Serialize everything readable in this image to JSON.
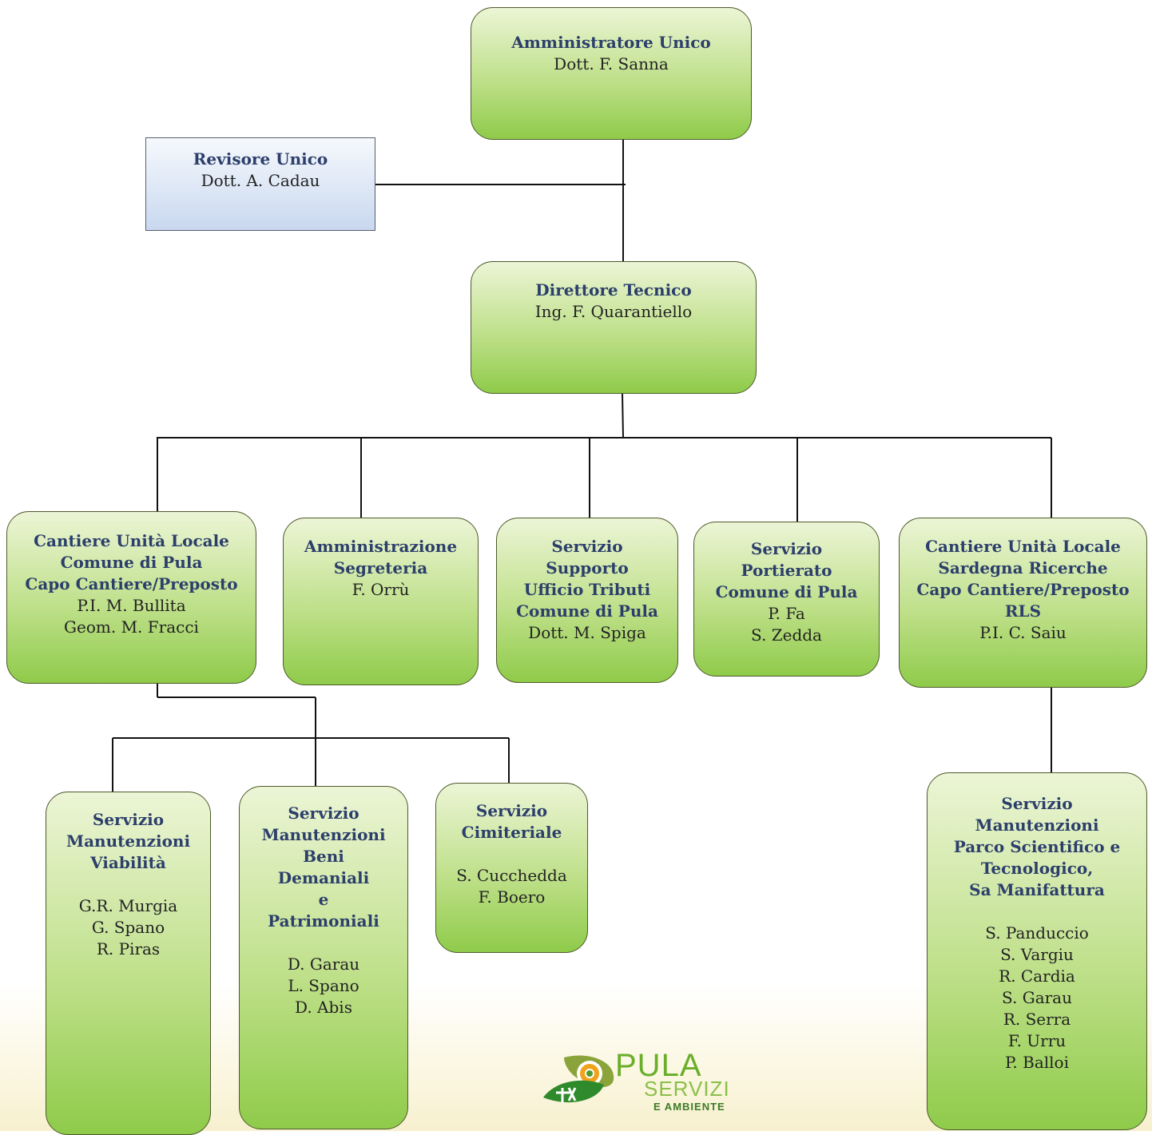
{
  "nodes": {
    "amministratore": {
      "title": [
        "Amministratore Unico"
      ],
      "people": [
        "Dott. F. Sanna"
      ]
    },
    "revisore": {
      "title": [
        "Revisore Unico"
      ],
      "people": [
        "Dott. A. Cadau"
      ]
    },
    "direttore": {
      "title": [
        "Direttore Tecnico"
      ],
      "people": [
        "Ing. F. Quarantiello"
      ]
    },
    "cantiere_pula": {
      "title": [
        "Cantiere Unità Locale",
        "Comune di Pula",
        "Capo Cantiere/Preposto"
      ],
      "people": [
        "P.I.  M. Bullita",
        "Geom. M. Fracci"
      ]
    },
    "amministrazione": {
      "title": [
        "Amministrazione",
        "Segreteria"
      ],
      "people": [
        "F. Orrù"
      ]
    },
    "tributi": {
      "title": [
        "Servizio",
        "Supporto",
        "Ufficio Tributi",
        "Comune di Pula"
      ],
      "people": [
        "Dott. M. Spiga"
      ]
    },
    "portierato": {
      "title": [
        "Servizio",
        "Portierato",
        "Comune di Pula"
      ],
      "people": [
        "P. Fa",
        "S. Zedda"
      ]
    },
    "cantiere_sr": {
      "title": [
        "Cantiere Unità Locale",
        "Sardegna Ricerche",
        "Capo Cantiere/Preposto",
        "RLS"
      ],
      "people": [
        "P.I.  C. Saiu"
      ]
    },
    "viabilita": {
      "title": [
        "Servizio",
        "Manutenzioni",
        "Viabilità"
      ],
      "people": [
        "G.R. Murgia",
        "G. Spano",
        "R. Piras"
      ]
    },
    "beni": {
      "title": [
        "Servizio",
        "Manutenzioni",
        "Beni",
        "Demaniali",
        "e",
        "Patrimoniali"
      ],
      "people": [
        "D. Garau",
        "L. Spano",
        "D. Abis"
      ]
    },
    "cimiteriale": {
      "title": [
        "Servizio",
        "Cimiteriale"
      ],
      "people": [
        "S. Cucchedda",
        "F. Boero"
      ]
    },
    "parco": {
      "title": [
        "Servizio",
        "Manutenzioni",
        "Parco Scientifico e",
        "Tecnologico,",
        "Sa Manifattura"
      ],
      "people": [
        "S. Panduccio",
        "S. Vargiu",
        "R. Cardia",
        "S. Garau",
        "R. Serra",
        "F. Urru",
        "P. Balloi"
      ]
    }
  },
  "logo": {
    "word1": "PULA",
    "word2": "SERVIZI",
    "word3": "E AMBIENTE",
    "icon": "pula-servizi-logo-icon"
  }
}
